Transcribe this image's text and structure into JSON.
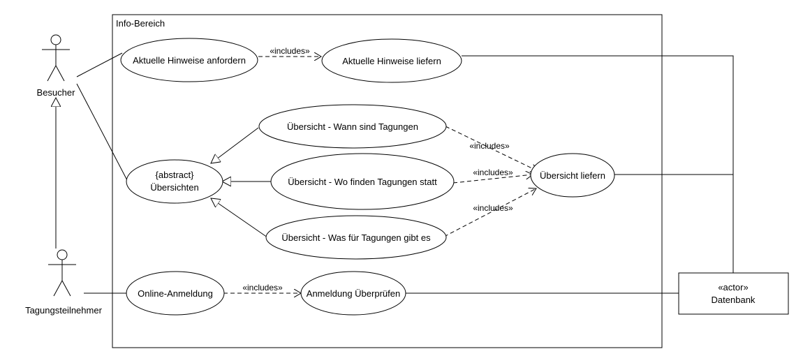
{
  "system": {
    "title": "Info-Bereich"
  },
  "actors": {
    "besucher": "Besucher",
    "tagungsteilnehmer": "Tagungsteilnehmer",
    "datenbank_stereotype": "«actor»",
    "datenbank_name": "Datenbank"
  },
  "use_cases": {
    "hinweise_anfordern": "Aktuelle Hinweise anfordern",
    "hinweise_liefern": "Aktuelle Hinweise liefern",
    "wann": "Übersicht - Wann sind Tagungen",
    "wo": "Übersicht - Wo finden Tagungen statt",
    "was": "Übersicht - Was für Tagungen gibt es",
    "uebersichten_stereotype": "{abstract}",
    "uebersichten": "Übersichten",
    "uebersicht_liefern": "Übersicht liefern",
    "online_anmeldung": "Online-Anmeldung",
    "anmeldung_pruefen": "Anmeldung Überprüfen"
  },
  "relations": {
    "includes_1": "«includes»",
    "includes_2": "«includes»",
    "includes_3": "«includes»",
    "includes_4": "«includes»",
    "includes_5": "«includes»"
  }
}
